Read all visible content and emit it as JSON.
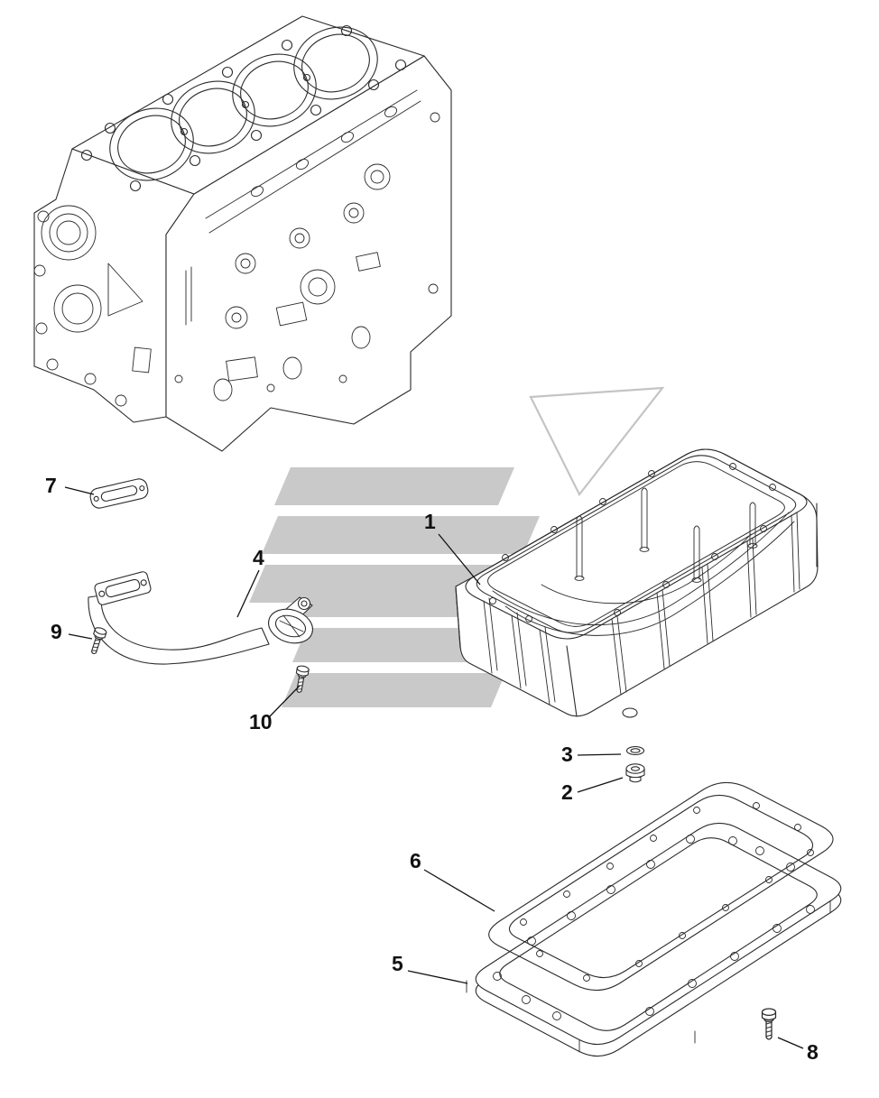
{
  "figure": {
    "type": "exploded-parts-diagram",
    "subject": "engine-cylinder-block-and-oil-pan"
  },
  "colors": {
    "background": "#ffffff",
    "line": "#2b2b2b",
    "callout": "#111111",
    "watermark": "#c9c9c9",
    "watermark_outline": "#c4c4c4"
  },
  "callouts": [
    {
      "label": "1",
      "part": "oil-pan"
    },
    {
      "label": "2",
      "part": "drain-plug"
    },
    {
      "label": "3",
      "part": "sealing-washer"
    },
    {
      "label": "4",
      "part": "oil-suction-tube"
    },
    {
      "label": "5",
      "part": "oil-pan-lower-flange"
    },
    {
      "label": "6",
      "part": "oil-pan-gasket"
    },
    {
      "label": "7",
      "part": "mounting-plate-gasket"
    },
    {
      "label": "8",
      "part": "flange-bolt"
    },
    {
      "label": "9",
      "part": "flange-bolt"
    },
    {
      "label": "10",
      "part": "flange-bolt"
    }
  ]
}
